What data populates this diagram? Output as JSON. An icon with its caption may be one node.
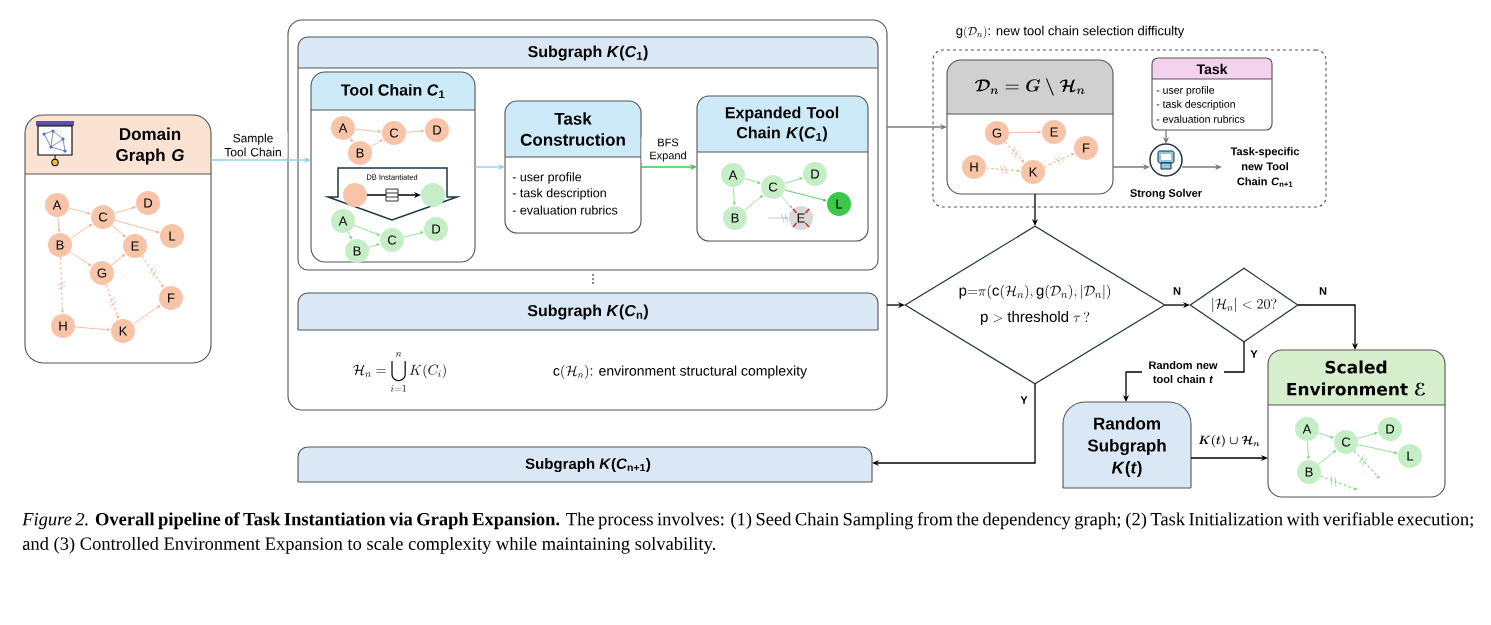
{
  "diagram": {
    "caption": "*Figure 2.* **Overall pipeline of Task Instantiation via Graph Expansion.** The process involves: (1) Seed Chain Sampling from the dependency graph; (2) Task Initialization with verifiable execution; and (3) Controlled Environment Expansion to scale complexity while maintaining solvability.",
    "nodes": [
      {
        "text": [
          "Domain Graph *G*"
        ]
      },
      {
        "text": [
          "A"
        ],
        "in": 0
      },
      {
        "text": [
          "D"
        ],
        "in": 0
      },
      {
        "text": [
          "C"
        ],
        "in": 0
      },
      {
        "text": [
          "L"
        ],
        "in": 0
      },
      {
        "text": [
          "B"
        ],
        "in": 0
      },
      {
        "text": [
          "E"
        ],
        "in": 0
      },
      {
        "text": [
          "G"
        ],
        "in": 0
      },
      {
        "text": [
          "F"
        ],
        "in": 0
      },
      {
        "text": [
          "H"
        ],
        "in": 0
      },
      {
        "text": [
          "K"
        ],
        "in": 0
      },
      {
        "text": [],
        "shape": "box"
      },
      {
        "text": [
          "Subgraph *K*(*C*$_{1}$)"
        ],
        "in": 11
      },
      {
        "text": [
          "Tool Chain *C*$_{1}$"
        ],
        "in": 12
      },
      {
        "text": [
          "A"
        ],
        "in": 13
      },
      {
        "text": [
          "C"
        ],
        "in": 13
      },
      {
        "text": [
          "D"
        ],
        "in": 13
      },
      {
        "text": [
          "B"
        ],
        "in": 13
      },
      {
        "text": [
          "DB Instantiated"
        ],
        "in": 13
      },
      {
        "text": [],
        "shape": "circle",
        "in": 18
      },
      {
        "text": [],
        "shape": "circle",
        "in": 18
      },
      {
        "text": [
          "A"
        ],
        "in": 13
      },
      {
        "text": [
          "D"
        ],
        "in": 13
      },
      {
        "text": [
          "C"
        ],
        "in": 13
      },
      {
        "text": [
          "B"
        ],
        "in": 13
      },
      {
        "text": [
          "Task Construction",
          "- user profile",
          "- task description",
          "- evaluation rubrics"
        ],
        "in": 12
      },
      {
        "text": [
          "Expanded Tool Chain *K*(*C*$_{1}$)"
        ],
        "in": 12
      },
      {
        "text": [
          "A"
        ],
        "in": 26
      },
      {
        "text": [
          "D"
        ],
        "in": 26
      },
      {
        "text": [
          "C"
        ],
        "in": 26
      },
      {
        "text": [
          "L"
        ],
        "in": 26
      },
      {
        "text": [
          "B"
        ],
        "in": 26
      },
      {
        "text": [
          "E"
        ],
        "in": 26
      },
      {
        "text": [
          "Subgraph *K*(*C*$_{n}$)"
        ],
        "in": 11
      },
      {
        "text": [
          "Subgraph *K*(*C*$_{n+1}$)"
        ]
      },
      {
        "text": [],
        "shape": "box"
      },
      {
        "text": [
          "\\boldsymbol{\\mathcal{D}_n = G \\setminus \\mathcal{H}_n}"
        ],
        "in": 35
      },
      {
        "text": [
          "G"
        ],
        "in": 36
      },
      {
        "text": [
          "E"
        ],
        "in": 36
      },
      {
        "text": [
          "F"
        ],
        "in": 36
      },
      {
        "text": [
          "H"
        ],
        "in": 36
      },
      {
        "text": [
          "K"
        ],
        "in": 36
      },
      {
        "text": [
          "Task",
          "- user profile",
          "- task description",
          "- evaluation rubrics"
        ],
        "in": 35
      },
      {
        "text": [],
        "shape": "circle",
        "beside": [
          "Strong Solver"
        ],
        "in": 35
      },
      {
        "text": [
          "Task-specific new Tool Chain *C*$_{n+1}$"
        ],
        "in": 35
      },
      {
        "text": [
          "\\mathrm{p}{=}\\pi(\\mathrm{c}(\\mathcal{H}_n), \\mathrm{g}(\\mathcal{D}_n), |\\mathcal{D}_n|)",
          "\\mathrm{p} > \\mathrm{threshold}\\ \\tau\\,?"
        ]
      },
      {
        "text": [
          "|\\mathcal{H}_n| < 20?"
        ]
      },
      {
        "text": [
          "Random Subgraph *K*(*t*)"
        ]
      },
      {
        "text": [
          "Scaled Environment ℰ"
        ]
      },
      {
        "text": [
          "A"
        ],
        "in": 48
      },
      {
        "text": [
          "D"
        ],
        "in": 48
      },
      {
        "text": [
          "C"
        ],
        "in": 48
      },
      {
        "text": [
          "L"
        ],
        "in": 48
      },
      {
        "text": [
          "B"
        ],
        "in": 48
      }
    ],
    "edges": [
      {
        "from": 1,
        "to": 3,
        "arrow": "to",
        "color": "#f4b393"
      },
      {
        "from": 1,
        "to": 5,
        "arrow": "to",
        "color": "#f4b393"
      },
      {
        "from": 3,
        "to": 2,
        "arrow": "to",
        "color": "#f4b393"
      },
      {
        "from": 3,
        "to": 4,
        "arrow": "to",
        "color": "#f4b393"
      },
      {
        "from": 3,
        "to": 6,
        "arrow": "to",
        "color": "#f4b393"
      },
      {
        "from": 5,
        "to": 3,
        "arrow": "to",
        "color": "#f4b393"
      },
      {
        "from": 5,
        "to": 7,
        "arrow": "to",
        "color": "#f4b393"
      },
      {
        "from": 7,
        "to": 6,
        "arrow": "to",
        "color": "#f4b393"
      },
      {
        "from": 5,
        "to": 9,
        "arrow": "to",
        "style": "dashed",
        "color": "#f4b393"
      },
      {
        "from": 6,
        "to": 8,
        "arrow": "to",
        "style": "dashed",
        "color": "#f4b393"
      },
      {
        "from": 7,
        "to": 10,
        "arrow": "to",
        "style": "dashed",
        "color": "#f4b393"
      },
      {
        "from": 9,
        "to": 10,
        "arrow": "to",
        "color": "#f4b393"
      },
      {
        "from": 10,
        "to": 8,
        "arrow": "to",
        "color": "#f4b393"
      },
      {
        "from": 0,
        "to": 13,
        "arrow": "to",
        "label": "Sample Tool Chain",
        "color": "#8ccfef"
      },
      {
        "from": 14,
        "to": 15,
        "arrow": "to",
        "color": "#f4b393"
      },
      {
        "from": 14,
        "to": 17,
        "arrow": "to",
        "color": "#f4b393"
      },
      {
        "from": 17,
        "to": 15,
        "arrow": "to",
        "color": "#f4b393"
      },
      {
        "from": 15,
        "to": 16,
        "arrow": "to",
        "color": "#f4b393"
      },
      {
        "from": 19,
        "to": 20,
        "arrow": "to",
        "color": "#000000"
      },
      {
        "from": 21,
        "to": 23,
        "arrow": "to",
        "color": "#7fd97f"
      },
      {
        "from": 21,
        "to": 24,
        "arrow": "to",
        "color": "#7fd97f"
      },
      {
        "from": 24,
        "to": 23,
        "arrow": "to",
        "color": "#7fd97f"
      },
      {
        "from": 23,
        "to": 22,
        "arrow": "to",
        "color": "#7fd97f"
      },
      {
        "from": 13,
        "to": 25,
        "arrow": "to",
        "color": "#8ccfef"
      },
      {
        "from": 25,
        "to": 26,
        "arrow": "to",
        "label": "BFS Expand",
        "color": "#3cc84a"
      },
      {
        "from": 27,
        "to": 29,
        "arrow": "to",
        "color": "#7fd97f"
      },
      {
        "from": 27,
        "to": 31,
        "arrow": "to",
        "color": "#7fd97f"
      },
      {
        "from": 31,
        "to": 29,
        "arrow": "to",
        "color": "#7fd97f"
      },
      {
        "from": 29,
        "to": 28,
        "arrow": "to",
        "color": "#7fd97f"
      },
      {
        "from": 29,
        "to": 30,
        "arrow": "to",
        "color": "#3cc84a"
      },
      {
        "from": 29,
        "to": 32,
        "arrow": "to",
        "color": "#bdbdbd"
      },
      {
        "from": null,
        "to": 32,
        "arrow": "to",
        "color": "#bdbdbd"
      },
      {
        "from": 11,
        "to": 36,
        "arrow": "to",
        "color": "#7a7a7a"
      },
      {
        "from": 37,
        "to": 38,
        "arrow": "to",
        "color": "#f4b393"
      },
      {
        "from": 37,
        "to": 41,
        "arrow": "to",
        "style": "dashed",
        "color": "#f4b393"
      },
      {
        "from": 40,
        "to": 41,
        "arrow": "to",
        "style": "dashed",
        "color": "#f4b393"
      },
      {
        "from": 41,
        "to": 39,
        "arrow": "to",
        "style": "dashed",
        "color": "#f4b393"
      },
      {
        "from": 36,
        "to": 43,
        "arrow": "to",
        "color": "#7a7a7a"
      },
      {
        "from": 42,
        "to": 43,
        "arrow": "to",
        "color": "#7a7a7a"
      },
      {
        "from": 43,
        "to": 44,
        "arrow": "to",
        "color": "#7a7a7a"
      },
      {
        "from": 36,
        "to": 45,
        "arrow": "to",
        "color": "#000000"
      },
      {
        "from": 11,
        "to": 45,
        "arrow": "to",
        "color": "#000000"
      },
      {
        "from": 45,
        "to": 46,
        "arrow": "to",
        "label": "N",
        "color": "#000000"
      },
      {
        "from": 46,
        "to": 48,
        "arrow": "to",
        "label": "N",
        "color": "#000000"
      },
      {
        "from": 46,
        "to": 47,
        "arrow": "to",
        "label": "Y",
        "color": "#000000"
      },
      {
        "from": 45,
        "to": 34,
        "arrow": "to",
        "label": "Y",
        "color": "#000000"
      },
      {
        "from": 47,
        "to": 48,
        "arrow": "to",
        "label": "\\boldsymbol{K(t) \\cup \\mathcal{H}_n}",
        "color": "#000000"
      },
      {
        "from": 49,
        "to": 51,
        "arrow": "to",
        "color": "#7fd97f"
      },
      {
        "from": 49,
        "to": 53,
        "arrow": "to",
        "color": "#7fd97f"
      },
      {
        "from": 53,
        "to": 51,
        "arrow": "to",
        "color": "#7fd97f"
      },
      {
        "from": 51,
        "to": 50,
        "arrow": "to",
        "color": "#7fd97f"
      },
      {
        "from": 51,
        "to": 52,
        "arrow": "to",
        "color": "#7fd97f"
      },
      {
        "from": 51,
        "to": null,
        "arrow": "to",
        "style": "dashed",
        "color": "#7fd97f"
      },
      {
        "from": 53,
        "to": null,
        "arrow": "to",
        "style": "dashed",
        "color": "#7fd97f"
      }
    ],
    "labels": [
      "⋮",
      "\\mathcal{H}_n = \\bigcup_{i=1}^{n} K(C_i)",
      "\\mathrm{c}(\\mathcal{H}_n)\\text{: environment structural complexity}",
      "\\mathrm{g}(\\mathcal{D}_n)\\text{: new tool chain selection difficulty}",
      "Random new tool chain *t*"
    ]
  }
}
